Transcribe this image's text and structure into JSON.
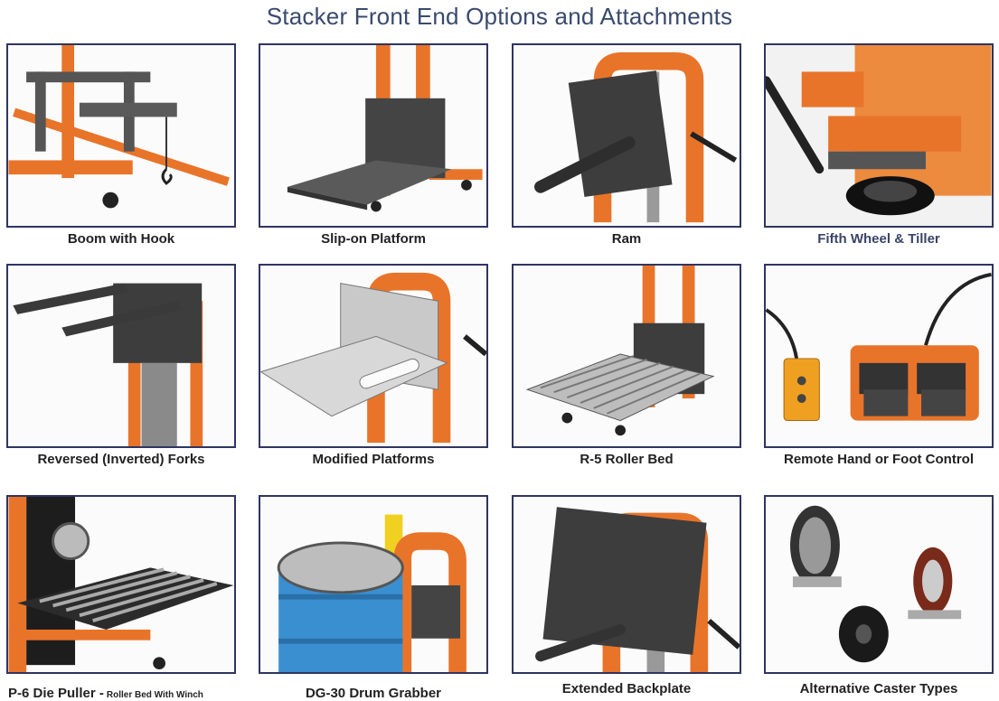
{
  "header": {
    "title": "Stacker Front End Options and Attachments"
  },
  "colors": {
    "frame_border": "#2f3562",
    "stacker_orange": "#e8742a",
    "attachment_gray": "#4a4a4a",
    "title_color": "#3a4a6e"
  },
  "options": [
    {
      "label": "Boom with Hook",
      "icon": "boom-hook-icon"
    },
    {
      "label": "Slip-on Platform",
      "icon": "platform-icon"
    },
    {
      "label": "Ram",
      "icon": "ram-icon"
    },
    {
      "label": "Fifth Wheel & Tiller",
      "icon": "fifth-wheel-icon"
    },
    {
      "label": "Reversed (Inverted) Forks",
      "icon": "forks-icon"
    },
    {
      "label": "Modified Platforms",
      "icon": "modified-platform-icon"
    },
    {
      "label": "R-5 Roller Bed",
      "icon": "roller-bed-icon"
    },
    {
      "label": "Remote Hand or Foot Control",
      "icon": "remote-control-icon"
    },
    {
      "label": "P-6 Die Puller -",
      "sublabel": "Roller Bed With Winch",
      "icon": "die-puller-icon"
    },
    {
      "label": "DG-30 Drum Grabber",
      "icon": "drum-grabber-icon"
    },
    {
      "label": "Extended Backplate",
      "icon": "backplate-icon"
    },
    {
      "label": "Alternative Caster Types",
      "icon": "caster-icon"
    }
  ]
}
